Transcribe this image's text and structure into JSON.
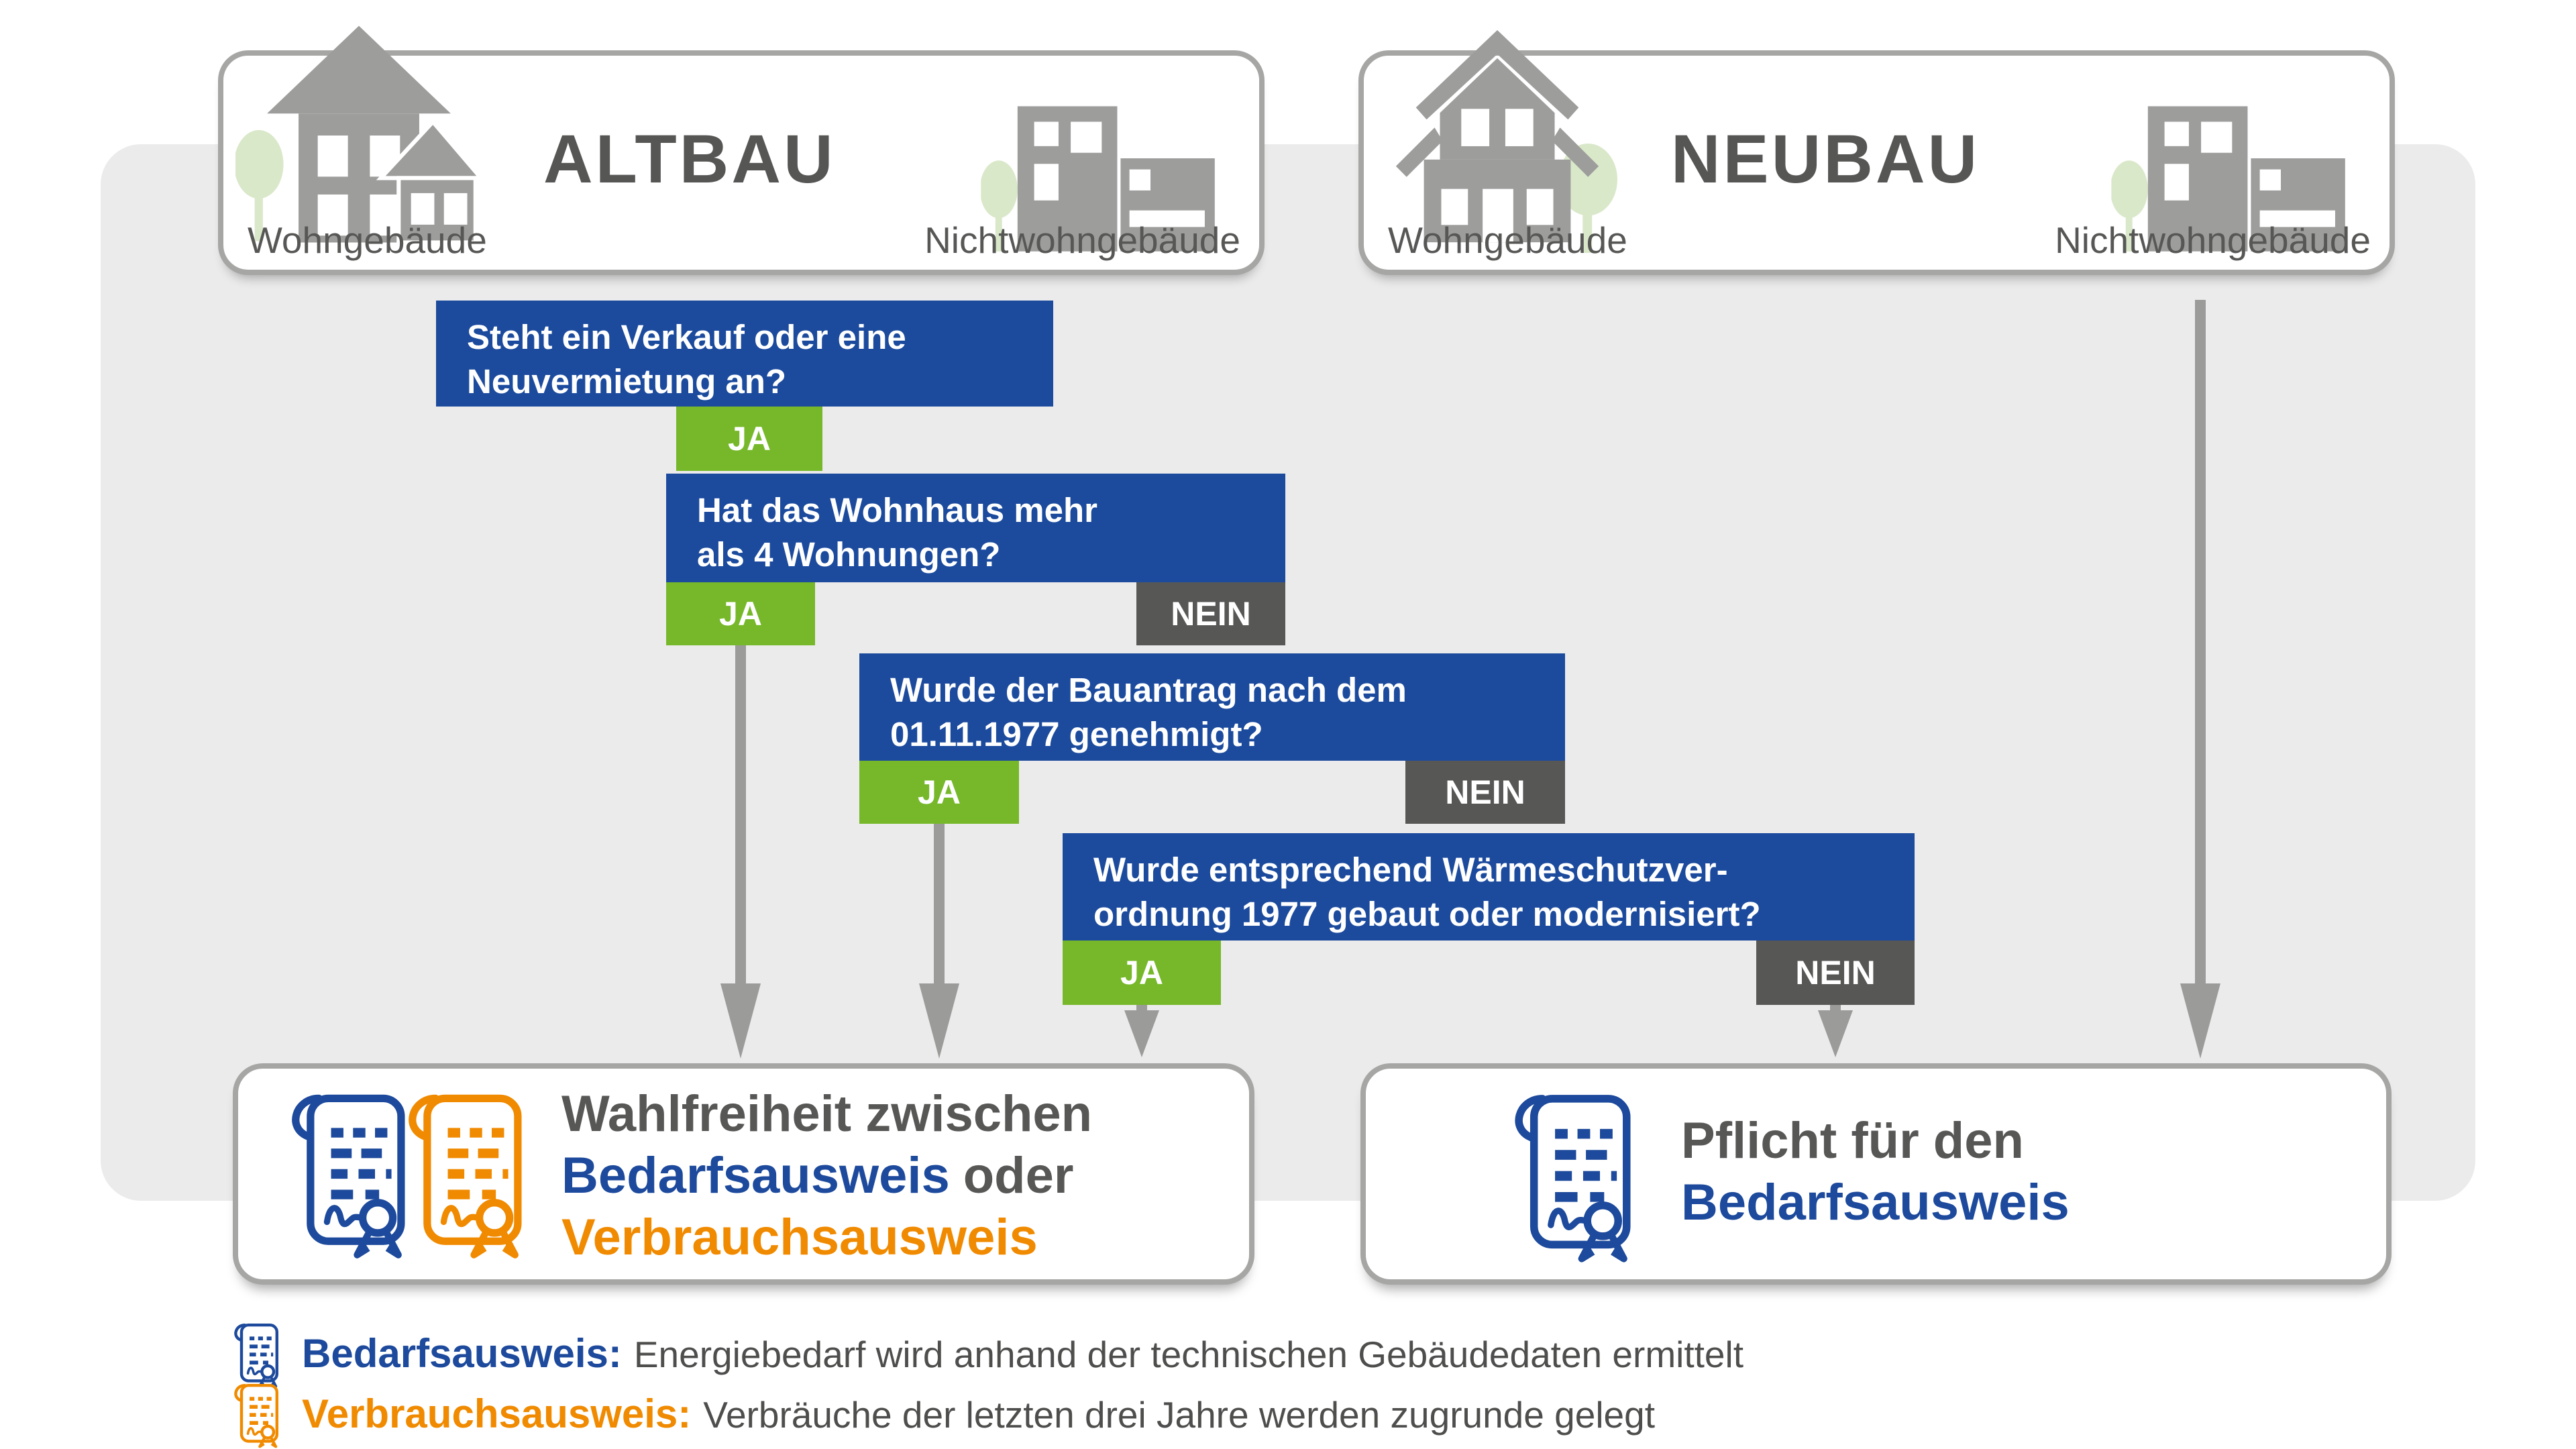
{
  "palette": {
    "question_blue": "#1c4b9d",
    "yes_green": "#76b82a",
    "no_gray": "#575756",
    "arrow_gray": "#9b9b9a",
    "panel_gray": "#ebebeb",
    "border_gray": "#a6a6a5",
    "building_gray": "#9d9d9c",
    "tree_green": "#d9e8c9",
    "accent_blue": "#1d4a9c",
    "accent_orange": "#f08a00",
    "text_gray": "#575756"
  },
  "icons": {
    "altbau_residential": "multi-family-house-icon",
    "altbau_nonresidential": "commercial-building-icon",
    "neubau_residential": "single-family-house-icon",
    "neubau_nonresidential": "commercial-building-icon",
    "certificate_blue": "certificate-scroll-blue-icon",
    "certificate_orange": "certificate-scroll-orange-icon"
  },
  "header": {
    "altbau": {
      "title": "ALTBAU",
      "residential_label": "Wohngebäude",
      "nonresidential_label": "Nichtwohngebäude"
    },
    "neubau": {
      "title": "NEUBAU",
      "residential_label": "Wohngebäude",
      "nonresidential_label": "Nichtwohngebäude"
    }
  },
  "questions": [
    {
      "line1": "Steht ein Verkauf oder eine",
      "line2": "Neuvermietung an?",
      "yes": "JA"
    },
    {
      "line1": "Hat das Wohnhaus mehr",
      "line2": "als 4 Wohnungen?",
      "yes": "JA",
      "no": "NEIN"
    },
    {
      "line1": "Wurde der Bauantrag nach dem",
      "line2": "01.11.1977 genehmigt?",
      "yes": "JA",
      "no": "NEIN"
    },
    {
      "line1": "Wurde entsprechend Wärmeschutzver-",
      "line2": "ordnung 1977 gebaut oder modernisiert?",
      "yes": "JA",
      "no": "NEIN"
    }
  ],
  "results": {
    "choice": {
      "line1": "Wahlfreiheit zwischen",
      "line2_blue": "Bedarfsausweis",
      "line2_rest": "oder",
      "line3": "Verbrauchsausweis"
    },
    "mandatory": {
      "line1": "Pflicht für den",
      "line2": "Bedarfsausweis"
    }
  },
  "legend": {
    "items": [
      {
        "term": "Bedarfsausweis:",
        "desc": "Energiebedarf wird anhand der technischen Gebäudedaten ermittelt"
      },
      {
        "term": "Verbrauchsausweis:",
        "desc": "Verbräuche der letzten drei Jahre werden zugrunde gelegt"
      }
    ]
  }
}
